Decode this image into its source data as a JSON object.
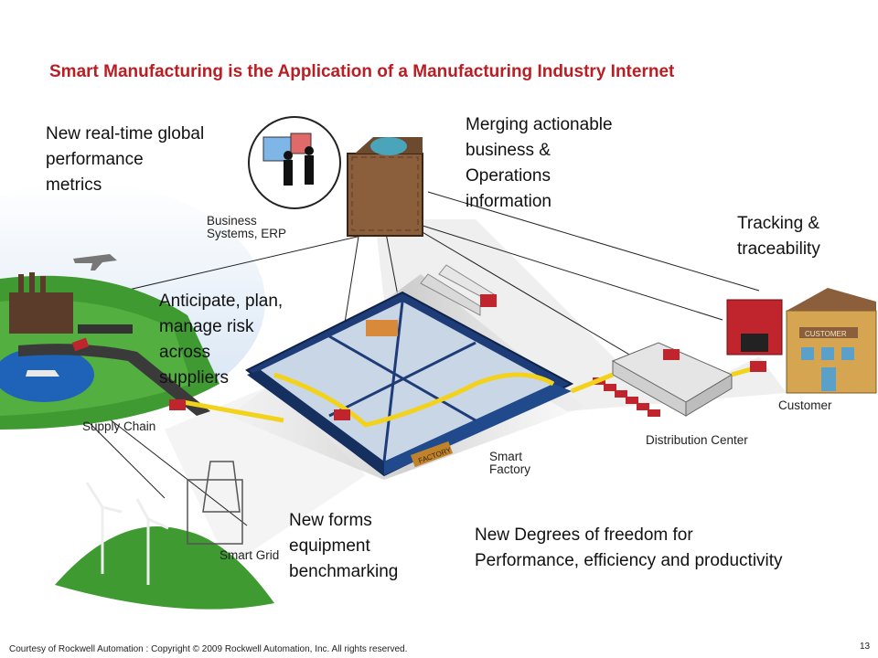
{
  "title": "Smart Manufacturing is the Application of a Manufacturing Industry Internet",
  "captions": {
    "global_metrics": [
      "New real-time global",
      "performance",
      "metrics"
    ],
    "merging": [
      "Merging actionable",
      "business &",
      "Operations",
      "information"
    ],
    "tracking": [
      "Tracking &",
      "traceability"
    ],
    "anticipate": [
      "Anticipate, plan,",
      "manage risk",
      "across",
      "suppliers"
    ],
    "benchmarking": [
      "New forms",
      "equipment",
      "benchmarking"
    ],
    "freedom": [
      "New Degrees of freedom for",
      "Performance, efficiency and productivity"
    ]
  },
  "labels": {
    "business_systems": [
      "Business",
      "Systems, ERP"
    ],
    "supply_chain": "Supply Chain",
    "smart_factory": [
      "Smart",
      "Factory"
    ],
    "distribution_center": "Distribution Center",
    "customer": "Customer",
    "smart_grid": "Smart Grid",
    "factory_sign": "FACTORY",
    "customer_sign": "CUSTOMER"
  },
  "footer": {
    "courtesy": "Courtesy of Rockwell Automation",
    "separator": ":",
    "copyright": "Copyright © 2009 Rockwell Automation, Inc. All rights reserved."
  },
  "page_number": "13",
  "colors": {
    "title": "#b81e23",
    "factory_blue": "#1d3c78",
    "flow_arrow": "#f2d21a",
    "tag_red": "#c0242c",
    "grass": "#3f9a32",
    "water": "#1f63b8"
  }
}
